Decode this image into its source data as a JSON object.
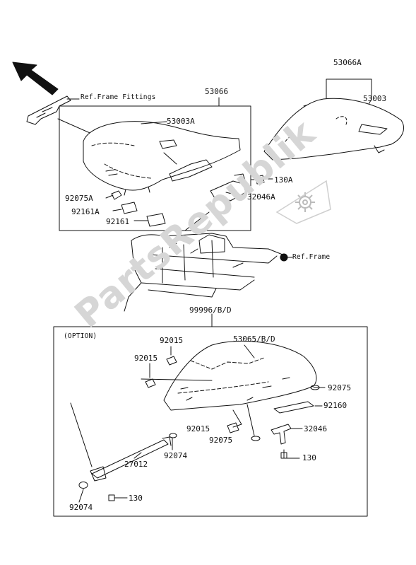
{
  "watermark": "PartsRepublik",
  "labels": {
    "ref_frame_fittings": "Ref.Frame Fittings",
    "p53066": "53066",
    "p53003A": "53003A",
    "p53066A": "53066A",
    "p53003": "53003",
    "p130A": "130A",
    "p32046A": "32046A",
    "p92075A": "92075A",
    "p92161A": "92161A",
    "p92161": "92161",
    "ref_frame": "Ref.Frame",
    "p99996": "99996/B/D",
    "option": "(OPTION)",
    "p92015_a": "92015",
    "p53065": "53065/B/D",
    "p92015_b": "92015",
    "p92075_a": "92075",
    "p92160": "92160",
    "p92015_c": "92015",
    "p32046": "32046",
    "p92075_b": "92075",
    "p130_a": "130",
    "p92074_a": "92074",
    "p27012": "27012",
    "p92074_b": "92074",
    "p130_b": "130"
  }
}
